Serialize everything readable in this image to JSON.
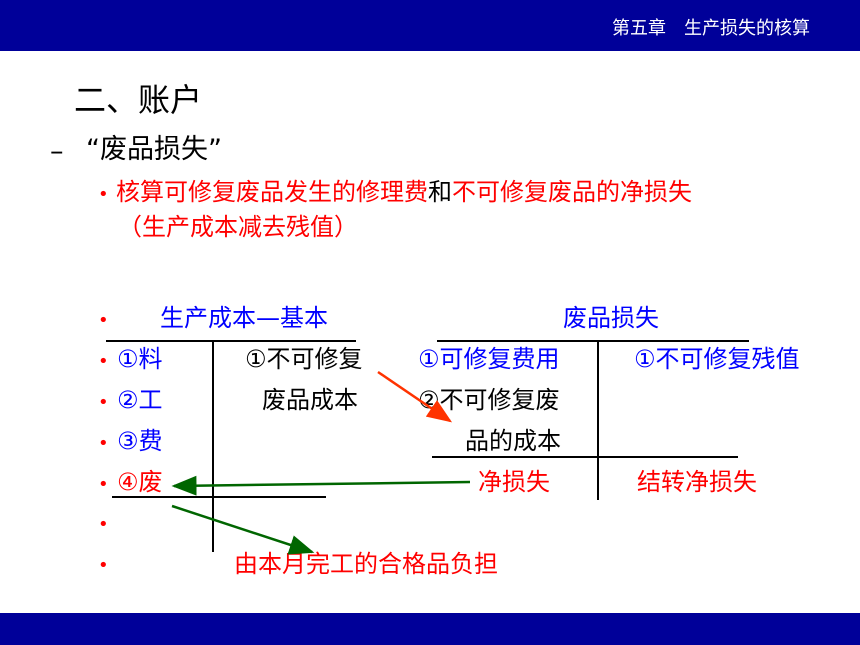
{
  "header": {
    "chapter_label": "第五章　生产损失的核算"
  },
  "slide": {
    "heading": "二、账户",
    "dash": "–",
    "subheading": "“废品损失”",
    "desc": {
      "part1": "核算可修复废品发生的修理费",
      "part2": "和",
      "part3": "不可修复废品的净损失",
      "part4": "（生产成本减去残值）"
    },
    "bullet_char": "•",
    "t_account_left": {
      "title": "生产成本—基本",
      "debit": [
        "①料",
        "②工",
        "③费",
        "④废"
      ],
      "credit_line1": "①不可修复",
      "credit_line2": "废品成本"
    },
    "t_account_right": {
      "title": "废品损失",
      "debit_line1": "①可修复费用",
      "debit_line2": "②不可修复废",
      "debit_line3": "品的成本",
      "credit_line1": "①不可修复残值",
      "net_loss": "净损失",
      "transfer": "结转净损失"
    },
    "footer_note": "由本月完工的合格品负担"
  },
  "colors": {
    "bar": "#000099",
    "red": "#ff0000",
    "blue": "#0000ff",
    "green_arrow": "#006600",
    "red_arrow": "#ff3300"
  }
}
